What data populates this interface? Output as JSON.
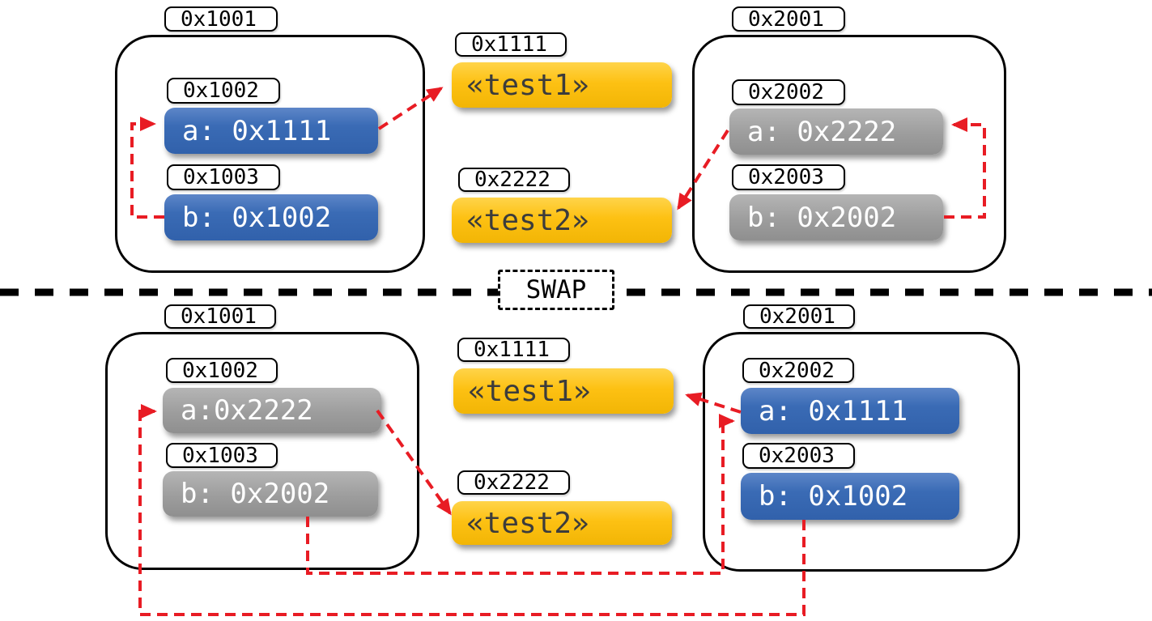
{
  "diagram_title": "pointer swap diagram",
  "divider": {
    "label": "SWAP"
  },
  "colors": {
    "pointer_box_blue": "#3a6bb5",
    "pointer_box_gray": "#9d9d9d",
    "heap_box_yellow": "#fdc113",
    "arrow_red": "#e81c24",
    "outline_black": "#000000"
  },
  "top": {
    "left": {
      "tag": "0x1001",
      "slot_a": {
        "tag": "0x1002",
        "text": "a: 0x1111"
      },
      "slot_b": {
        "tag": "0x1003",
        "text": "b: 0x1002"
      }
    },
    "heap1": {
      "tag": "0x1111",
      "text": "«test1»"
    },
    "heap2": {
      "tag": "0x2222",
      "text": "«test2»"
    },
    "right": {
      "tag": "0x2001",
      "slot_a": {
        "tag": "0x2002",
        "text": "a: 0x2222"
      },
      "slot_b": {
        "tag": "0x2003",
        "text": "b: 0x2002"
      }
    }
  },
  "bottom": {
    "left": {
      "tag": "0x1001",
      "slot_a": {
        "tag": "0x1002",
        "text": "a:0x2222"
      },
      "slot_b": {
        "tag": "0x1003",
        "text": "b: 0x2002"
      }
    },
    "heap1": {
      "tag": "0x1111",
      "text": "«test1»"
    },
    "heap2": {
      "tag": "0x2222",
      "text": "«test2»"
    },
    "right": {
      "tag": "0x2001",
      "slot_a": {
        "tag": "0x2002",
        "text": "a: 0x1111"
      },
      "slot_b": {
        "tag": "0x2003",
        "text": "b: 0x1002"
      }
    }
  }
}
